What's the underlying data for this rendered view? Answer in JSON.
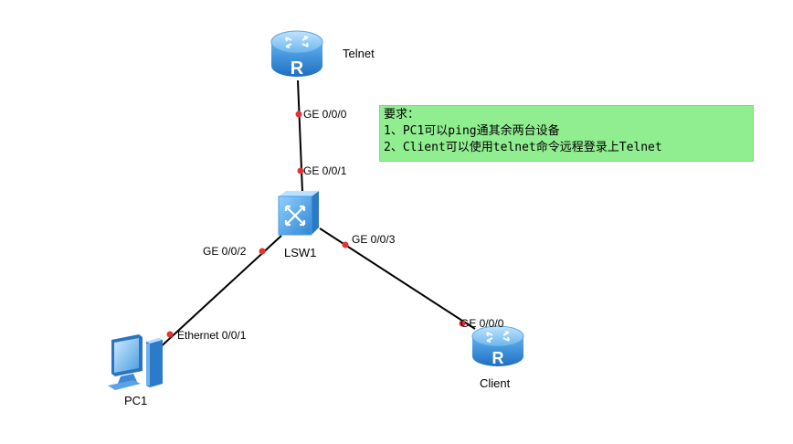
{
  "devices": {
    "telnet": {
      "name": "Telnet",
      "type": "router-icon"
    },
    "lsw1": {
      "name": "LSW1",
      "type": "switch-icon"
    },
    "pc1": {
      "name": "PC1",
      "type": "pc-icon"
    },
    "client": {
      "name": "Client",
      "type": "router-icon"
    }
  },
  "ports": {
    "telnet_ge000": "GE 0/0/0",
    "lsw1_ge001": "GE 0/0/1",
    "lsw1_ge002": "GE 0/0/2",
    "lsw1_ge003": "GE 0/0/3",
    "pc1_eth001": "Ethernet 0/0/1",
    "client_ge000": "GE 0/0/0"
  },
  "requirements": {
    "title": "要求：",
    "items": [
      "1、PC1可以ping通其余两台设备",
      "2、Client可以使用telnet命令远程登录上Telnet"
    ]
  },
  "colors": {
    "link": "#000000",
    "port_dot": "#e53333",
    "note_bg": "#90ee90",
    "router_blue": "#2f86d6"
  }
}
